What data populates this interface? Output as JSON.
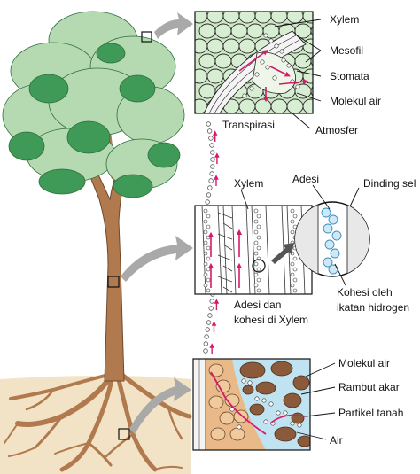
{
  "panels": {
    "leaf": {
      "labels": {
        "xylem": "Xylem",
        "mesofil": "Mesofil",
        "stomata": "Stomata",
        "molekul_air": "Molekul air",
        "transpirasi": "Transpirasi",
        "atmosfer": "Atmosfer"
      }
    },
    "stem": {
      "labels": {
        "xylem": "Xylem",
        "adesi": "Adesi",
        "dinding_sel": "Dinding sel",
        "kohesi_line1": "Kohesi oleh",
        "kohesi_line2": "ikatan hidrogen",
        "adesi_kohesi_line1": "Adesi  dan",
        "adesi_kohesi_line2": "kohesi di Xylem"
      }
    },
    "root": {
      "labels": {
        "molekul_air": "Molekul air",
        "rambut_akar": "Rambut akar",
        "partikel_tanah": "Partikel tanah",
        "air": "Air"
      }
    }
  },
  "colors": {
    "canopy_light": "#b5d9b0",
    "canopy_dark": "#3f9a57",
    "trunk": "#b07a4e",
    "soil": "#f3e3c6",
    "root_cells": "#e9b98a",
    "soil_particles": "#8a5a3a",
    "soil_water": "#bfe3f0",
    "water_arrow": "#d61a6a",
    "leaf_tissue": "#cfe7c7",
    "panel_arrow": "#a9a9a9"
  }
}
